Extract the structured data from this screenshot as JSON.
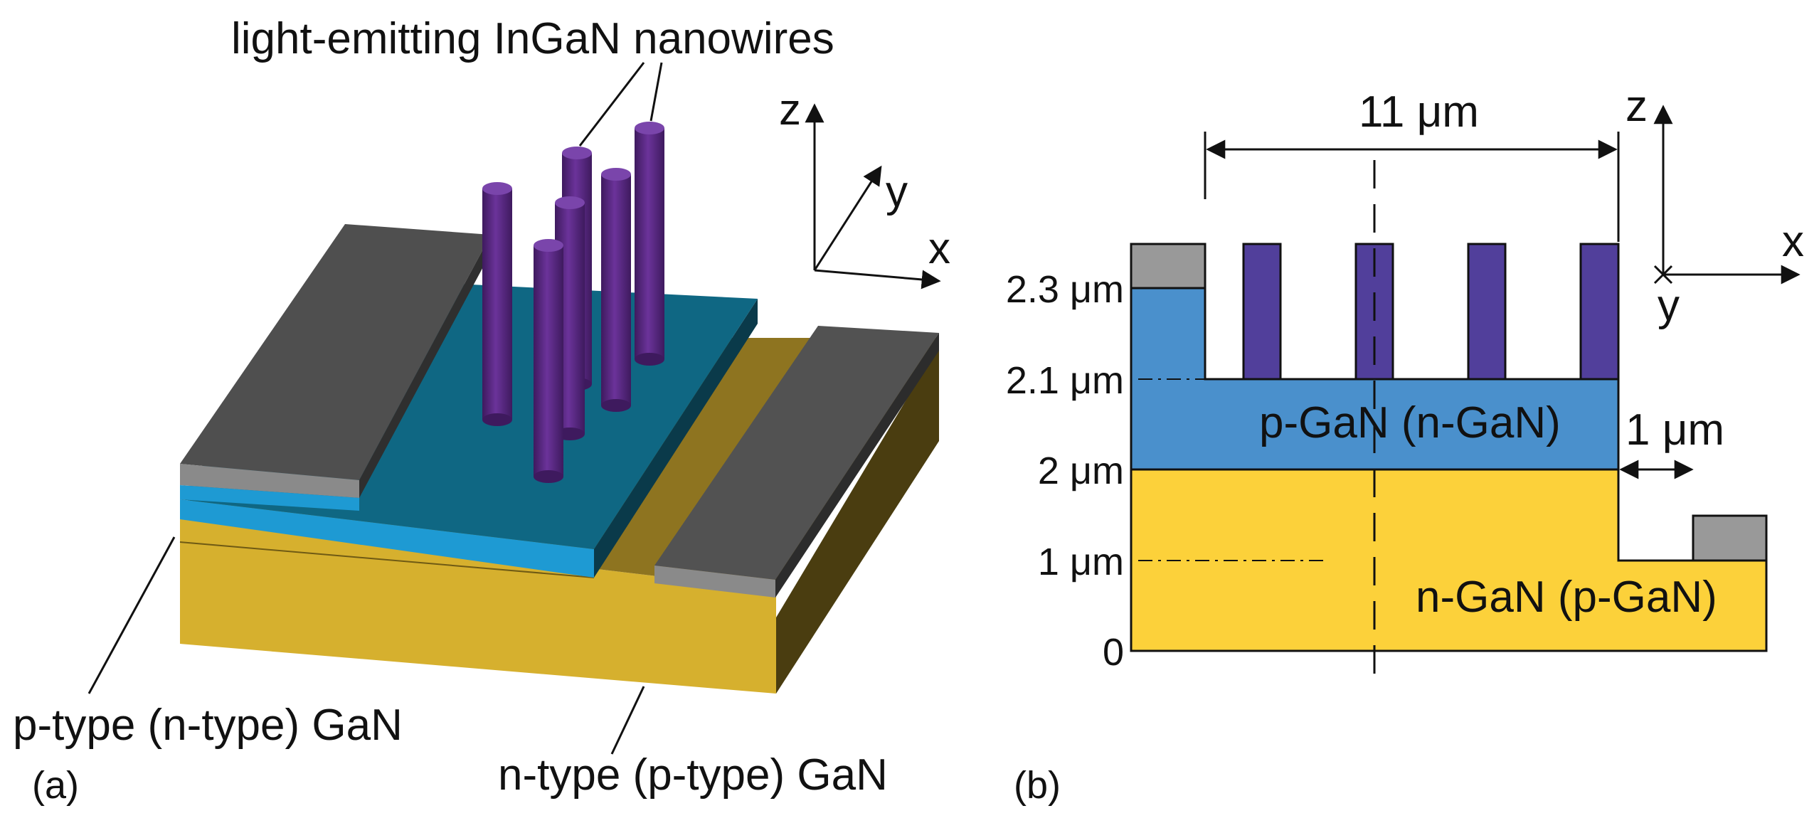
{
  "panel_a": {
    "panel_label": "(a)",
    "label_nanowires": "light-emitting InGaN nanowires",
    "label_top_layer": "p-type (n-type) GaN",
    "label_bottom_layer": "n-type (p-type) GaN",
    "axis_x": "x",
    "axis_y": "y",
    "axis_z": "z"
  },
  "panel_b": {
    "panel_label": "(b)",
    "dim_width": "11 μm",
    "dim_step": "1 μm",
    "region_top": "p-GaN (n-GaN)",
    "region_bottom": "n-GaN (p-GaN)",
    "ticks": [
      "2.3 μm",
      "2.1 μm",
      "2 μm",
      "1 μm",
      "0"
    ],
    "axis_x": "x",
    "axis_y": "y",
    "axis_z": "z"
  },
  "colors": {
    "bottom_gan": "#d6b02e",
    "top_gan": "#1e9ad3",
    "mesa_teal": "#0f6783",
    "contact_dark": "#4f4f4f",
    "contact_light": "#808080",
    "nanowire": "#5b2c83",
    "profile_blue": "#4a90cc",
    "profile_yellow": "#fcd13a",
    "profile_nanowire": "#513f9b",
    "profile_contact": "#999999"
  }
}
